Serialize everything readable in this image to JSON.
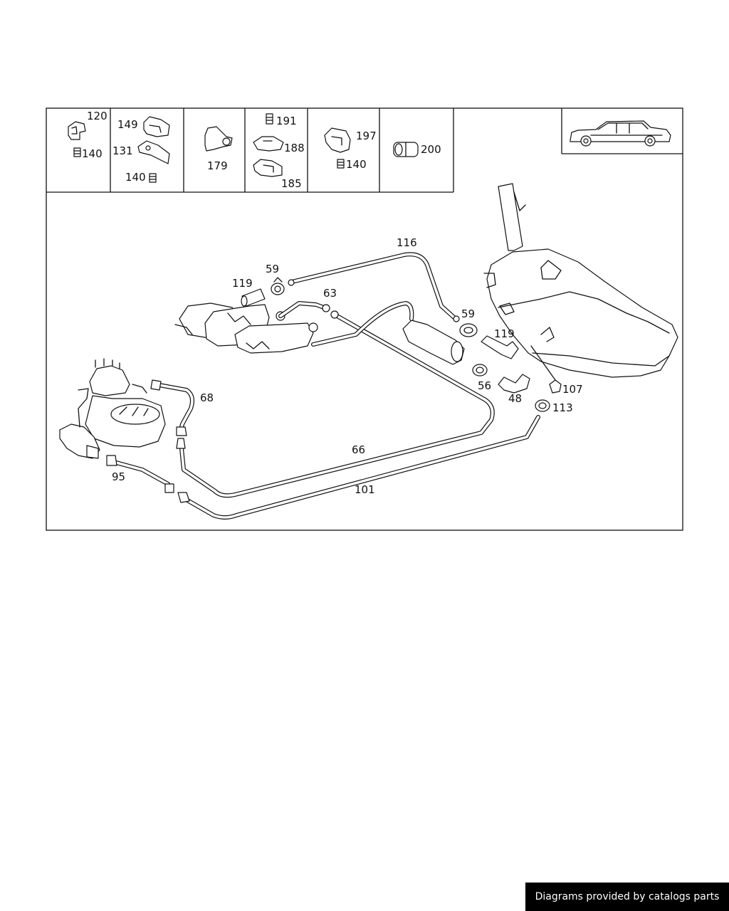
{
  "diagram": {
    "callouts": {
      "c120": "120",
      "c140a": "140",
      "c149": "149",
      "c131": "131",
      "c140b": "140",
      "c179": "179",
      "c191": "191",
      "c188": "188",
      "c185": "185",
      "c197": "197",
      "c140c": "140",
      "c200": "200",
      "c116": "116",
      "c59a": "59",
      "c119a": "119",
      "c63": "63",
      "c59b": "59",
      "c119b": "119",
      "c56": "56",
      "c48": "48",
      "c107": "107",
      "c113": "113",
      "c68": "68",
      "c66": "66",
      "c95": "95",
      "c101": "101"
    }
  },
  "footer": {
    "credit": "Diagrams provided by catalogs parts"
  },
  "colors": {
    "ink": "#111111",
    "footer_bg": "#000000",
    "footer_text": "#ffffff"
  }
}
